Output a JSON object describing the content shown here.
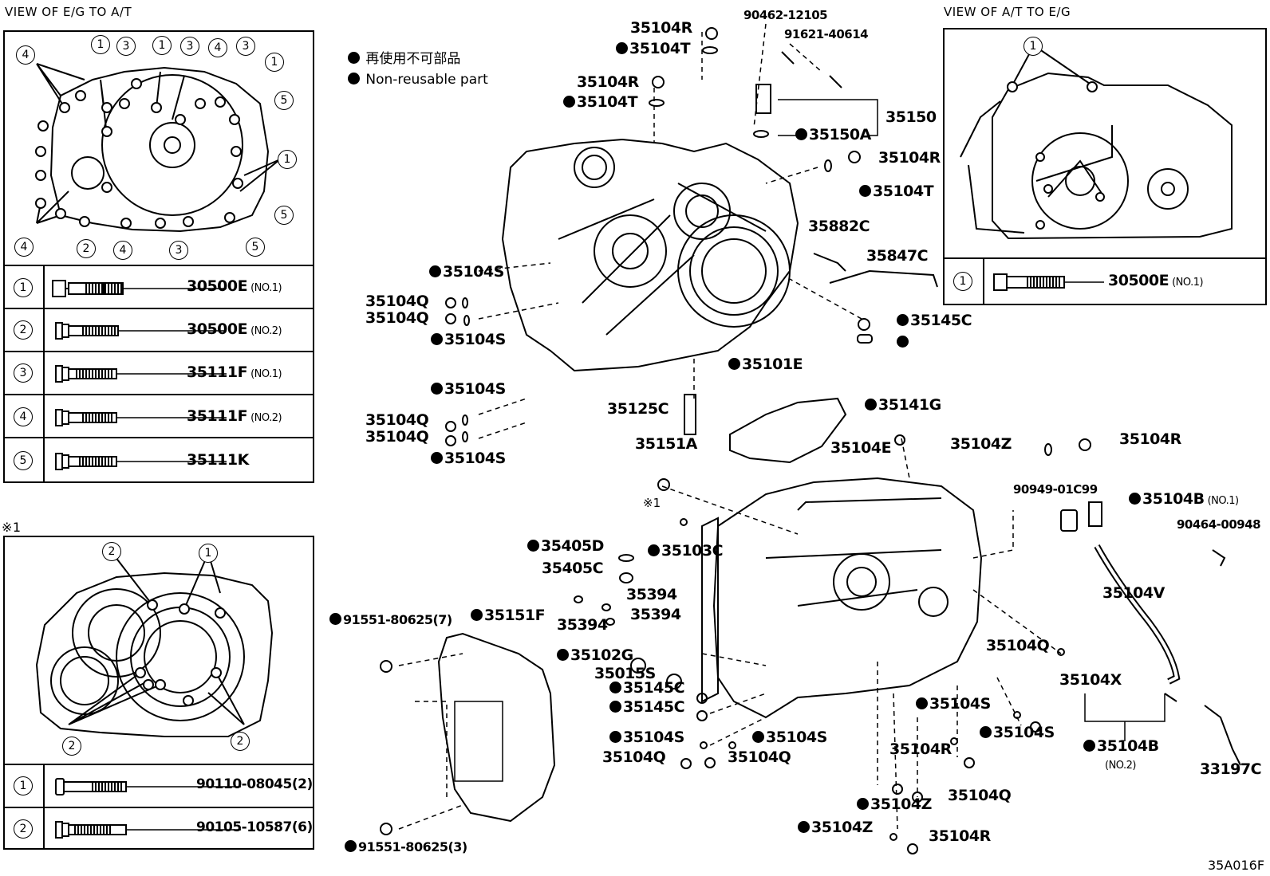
{
  "header_left": "VIEW OF E/G TO A/T",
  "header_right": "VIEW OF A/T TO E/G",
  "note_mark": "※1",
  "legend": {
    "jp": "再使用不可部品",
    "en": "Non-reusable part"
  },
  "callout_nums": [
    "1",
    "2",
    "3",
    "4",
    "5"
  ],
  "left_table": [
    {
      "n": "1",
      "part": "30500E",
      "note": "(NO.1)"
    },
    {
      "n": "2",
      "part": "30500E",
      "note": "(NO.2)"
    },
    {
      "n": "3",
      "part": "35111F",
      "note": "(NO.1)"
    },
    {
      "n": "4",
      "part": "35111F",
      "note": "(NO.2)"
    },
    {
      "n": "5",
      "part": "35111K",
      "note": ""
    }
  ],
  "bottom_table": [
    {
      "n": "1",
      "part": "90110-08045(2)"
    },
    {
      "n": "2",
      "part": "90105-10587(6)"
    }
  ],
  "right_table": [
    {
      "n": "1",
      "part": "30500E",
      "note": "(NO.1)"
    }
  ],
  "labels": {
    "l35104R_a": "35104R",
    "l35104T_a": "35104T",
    "l35104R_b": "35104R",
    "l35104T_b": "35104T",
    "l90462": "90462-12105",
    "l91621": "91621-40614",
    "l35150": "35150",
    "l35150A": "35150A",
    "l35104R_c": "35104R",
    "l35104T_c": "35104T",
    "l35882C": "35882C",
    "l35847C": "35847C",
    "l35145C_a": "35145C",
    "l35101E": "35101E",
    "l35104S_a": "35104S",
    "l35104Q_a": "35104Q",
    "l35104Q_b": "35104Q",
    "l35104S_b": "35104S",
    "l35104S_c": "35104S",
    "l35104Q_c": "35104Q",
    "l35104Q_d": "35104Q",
    "l35104S_d": "35104S",
    "l35125C": "35125C",
    "l35141G": "35141G",
    "l35151A": "35151A",
    "l35104E": "35104E",
    "l35104Z_a": "35104Z",
    "l35104R_d": "35104R",
    "l90949": "90949-01C99",
    "l35104B1": "35104B",
    "l35104B1_note": "(NO.1)",
    "l90464": "90464-00948",
    "l35104V": "35104V",
    "l35103C": "35103C",
    "l35405D": "35405D",
    "l35405C": "35405C",
    "l35394_a": "35394",
    "l35394_b": "35394",
    "l35394_c": "35394",
    "l91551_a": "91551-80625(7)",
    "l35151F": "35151F",
    "l35102G": "35102G",
    "l35015S": "35015S",
    "l35145C_b": "35145C",
    "l35145C_c": "35145C",
    "l35104S_e": "35104S",
    "l35104S_f": "35104S",
    "l35104Q_e": "35104Q",
    "l35104Q_f": "35104Q",
    "l35104S_g": "35104S",
    "l35104Q_g": "35104Q",
    "l35104S_h": "35104S",
    "l35104X": "35104X",
    "l35104R_e": "35104R",
    "l35104Q_h": "35104Q",
    "l35104B2": "35104B",
    "l35104B2_note": "(NO.2)",
    "l33197C": "33197C",
    "l35104Z_b": "35104Z",
    "l35104Z_c": "35104Z",
    "l35104R_f": "35104R",
    "l91551_b": "91551-80625(3)",
    "ref_code": "35A016F"
  }
}
